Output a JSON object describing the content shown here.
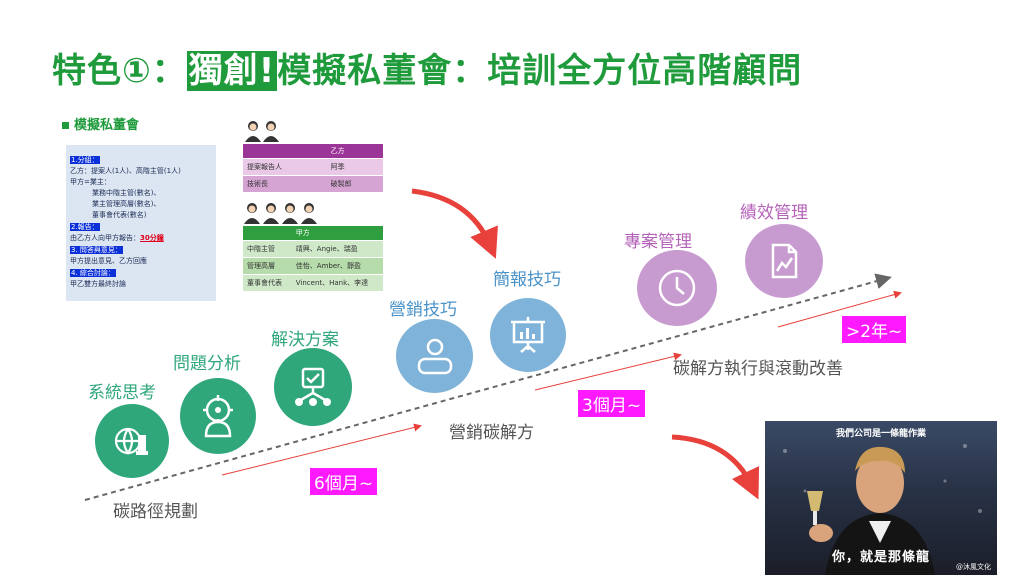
{
  "title": {
    "prefix": "特色①：",
    "highlight": "獨創!",
    "suffix": "模擬私董會：培訓全方位高階顧問"
  },
  "mini_title": "模擬私董會",
  "panel_lines": [
    {
      "text": "1.分組：",
      "style": "hd"
    },
    {
      "text": "乙方：提案人(1人)、高階主管(1人)",
      "style": ""
    },
    {
      "text": "甲方=業主：",
      "style": ""
    },
    {
      "text": "業務中階主管(數名)、",
      "style": "in"
    },
    {
      "text": "業主管理高層(數名)、",
      "style": "in"
    },
    {
      "text": "董事會代表(數名)",
      "style": "in"
    },
    {
      "text": "2.報告：",
      "style": "hd"
    },
    {
      "text": "由乙方人向甲方報告：",
      "style": "",
      "red": "30分鐘"
    },
    {
      "text": "3. 問答與意見：",
      "style": "hd"
    },
    {
      "text": "甲方提出意見、乙方回應",
      "style": ""
    },
    {
      "text": "4. 綜合討論：",
      "style": "hd"
    },
    {
      "text": "甲乙雙方最終討論",
      "style": ""
    }
  ],
  "table_b": {
    "header": "乙方",
    "rows": [
      [
        "提案報告人",
        "阿季"
      ],
      [
        "技術長",
        "破製郎"
      ]
    ]
  },
  "table_a": {
    "header": "甲方",
    "rows": [
      [
        "中階主管",
        "靖興、Angie、瑞盈"
      ],
      [
        "管理高層",
        "佳怡、Amber、靜盈"
      ],
      [
        "董事會代表",
        "Vincent、Hank、李達"
      ]
    ]
  },
  "steps": {
    "systems": "系統思考",
    "problem": "問題分析",
    "solution": "解決方案",
    "marketing": "營銷技巧",
    "presentation": "簡報技巧",
    "project": "專案管理",
    "performance": "績效管理"
  },
  "phases": {
    "carbon_path": "碳路徑規劃",
    "marketing_plan": "營銷碳解方",
    "execution": "碳解方執行與滾動改善"
  },
  "tags": {
    "six_months": "6個月~",
    "three_months": "3個月~",
    "two_years": ">2年~"
  },
  "meme": {
    "top_caption": "我們公司是一條龍作業",
    "bottom_caption": "你，就是那條龍",
    "watermark": "@沐風文化"
  },
  "colors": {
    "title_green": "#1f9b3c",
    "green": "#2fa77b",
    "blue": "#7fb3d9",
    "purple": "#c79bd0",
    "magenta": "#ff19ff",
    "arrow_red": "#e8403a"
  }
}
